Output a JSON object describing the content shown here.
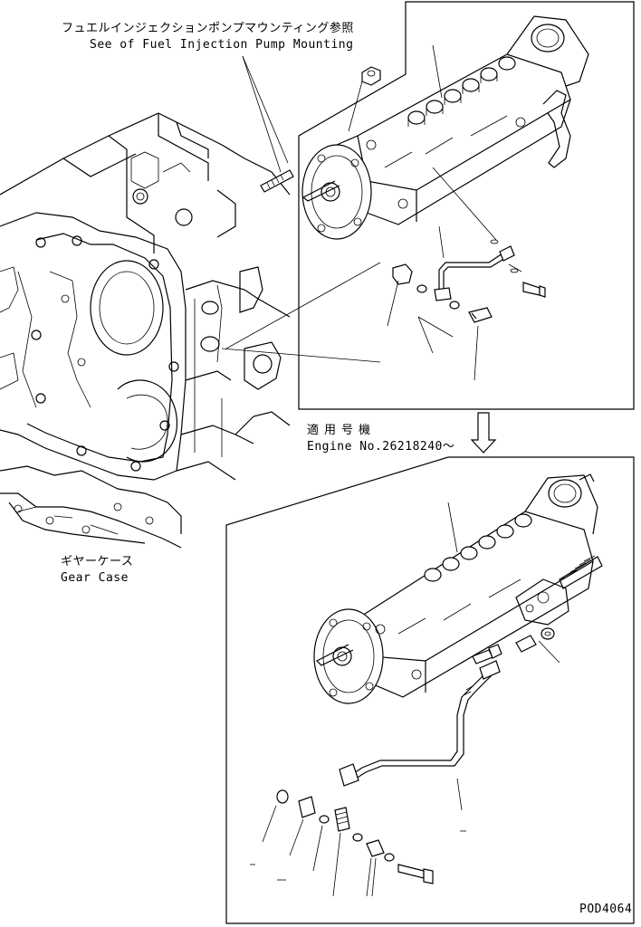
{
  "ref_label": {
    "jp": "フュエルインジェクションポンプマウンティング参照",
    "en": "See of Fuel Injection Pump Mounting"
  },
  "engine_label": {
    "jp": "適用号機",
    "en": "Engine No.26218240～"
  },
  "gear_case_label": {
    "jp": "ギヤーケース",
    "en": "Gear Case"
  },
  "drawing_code": "POD4064"
}
